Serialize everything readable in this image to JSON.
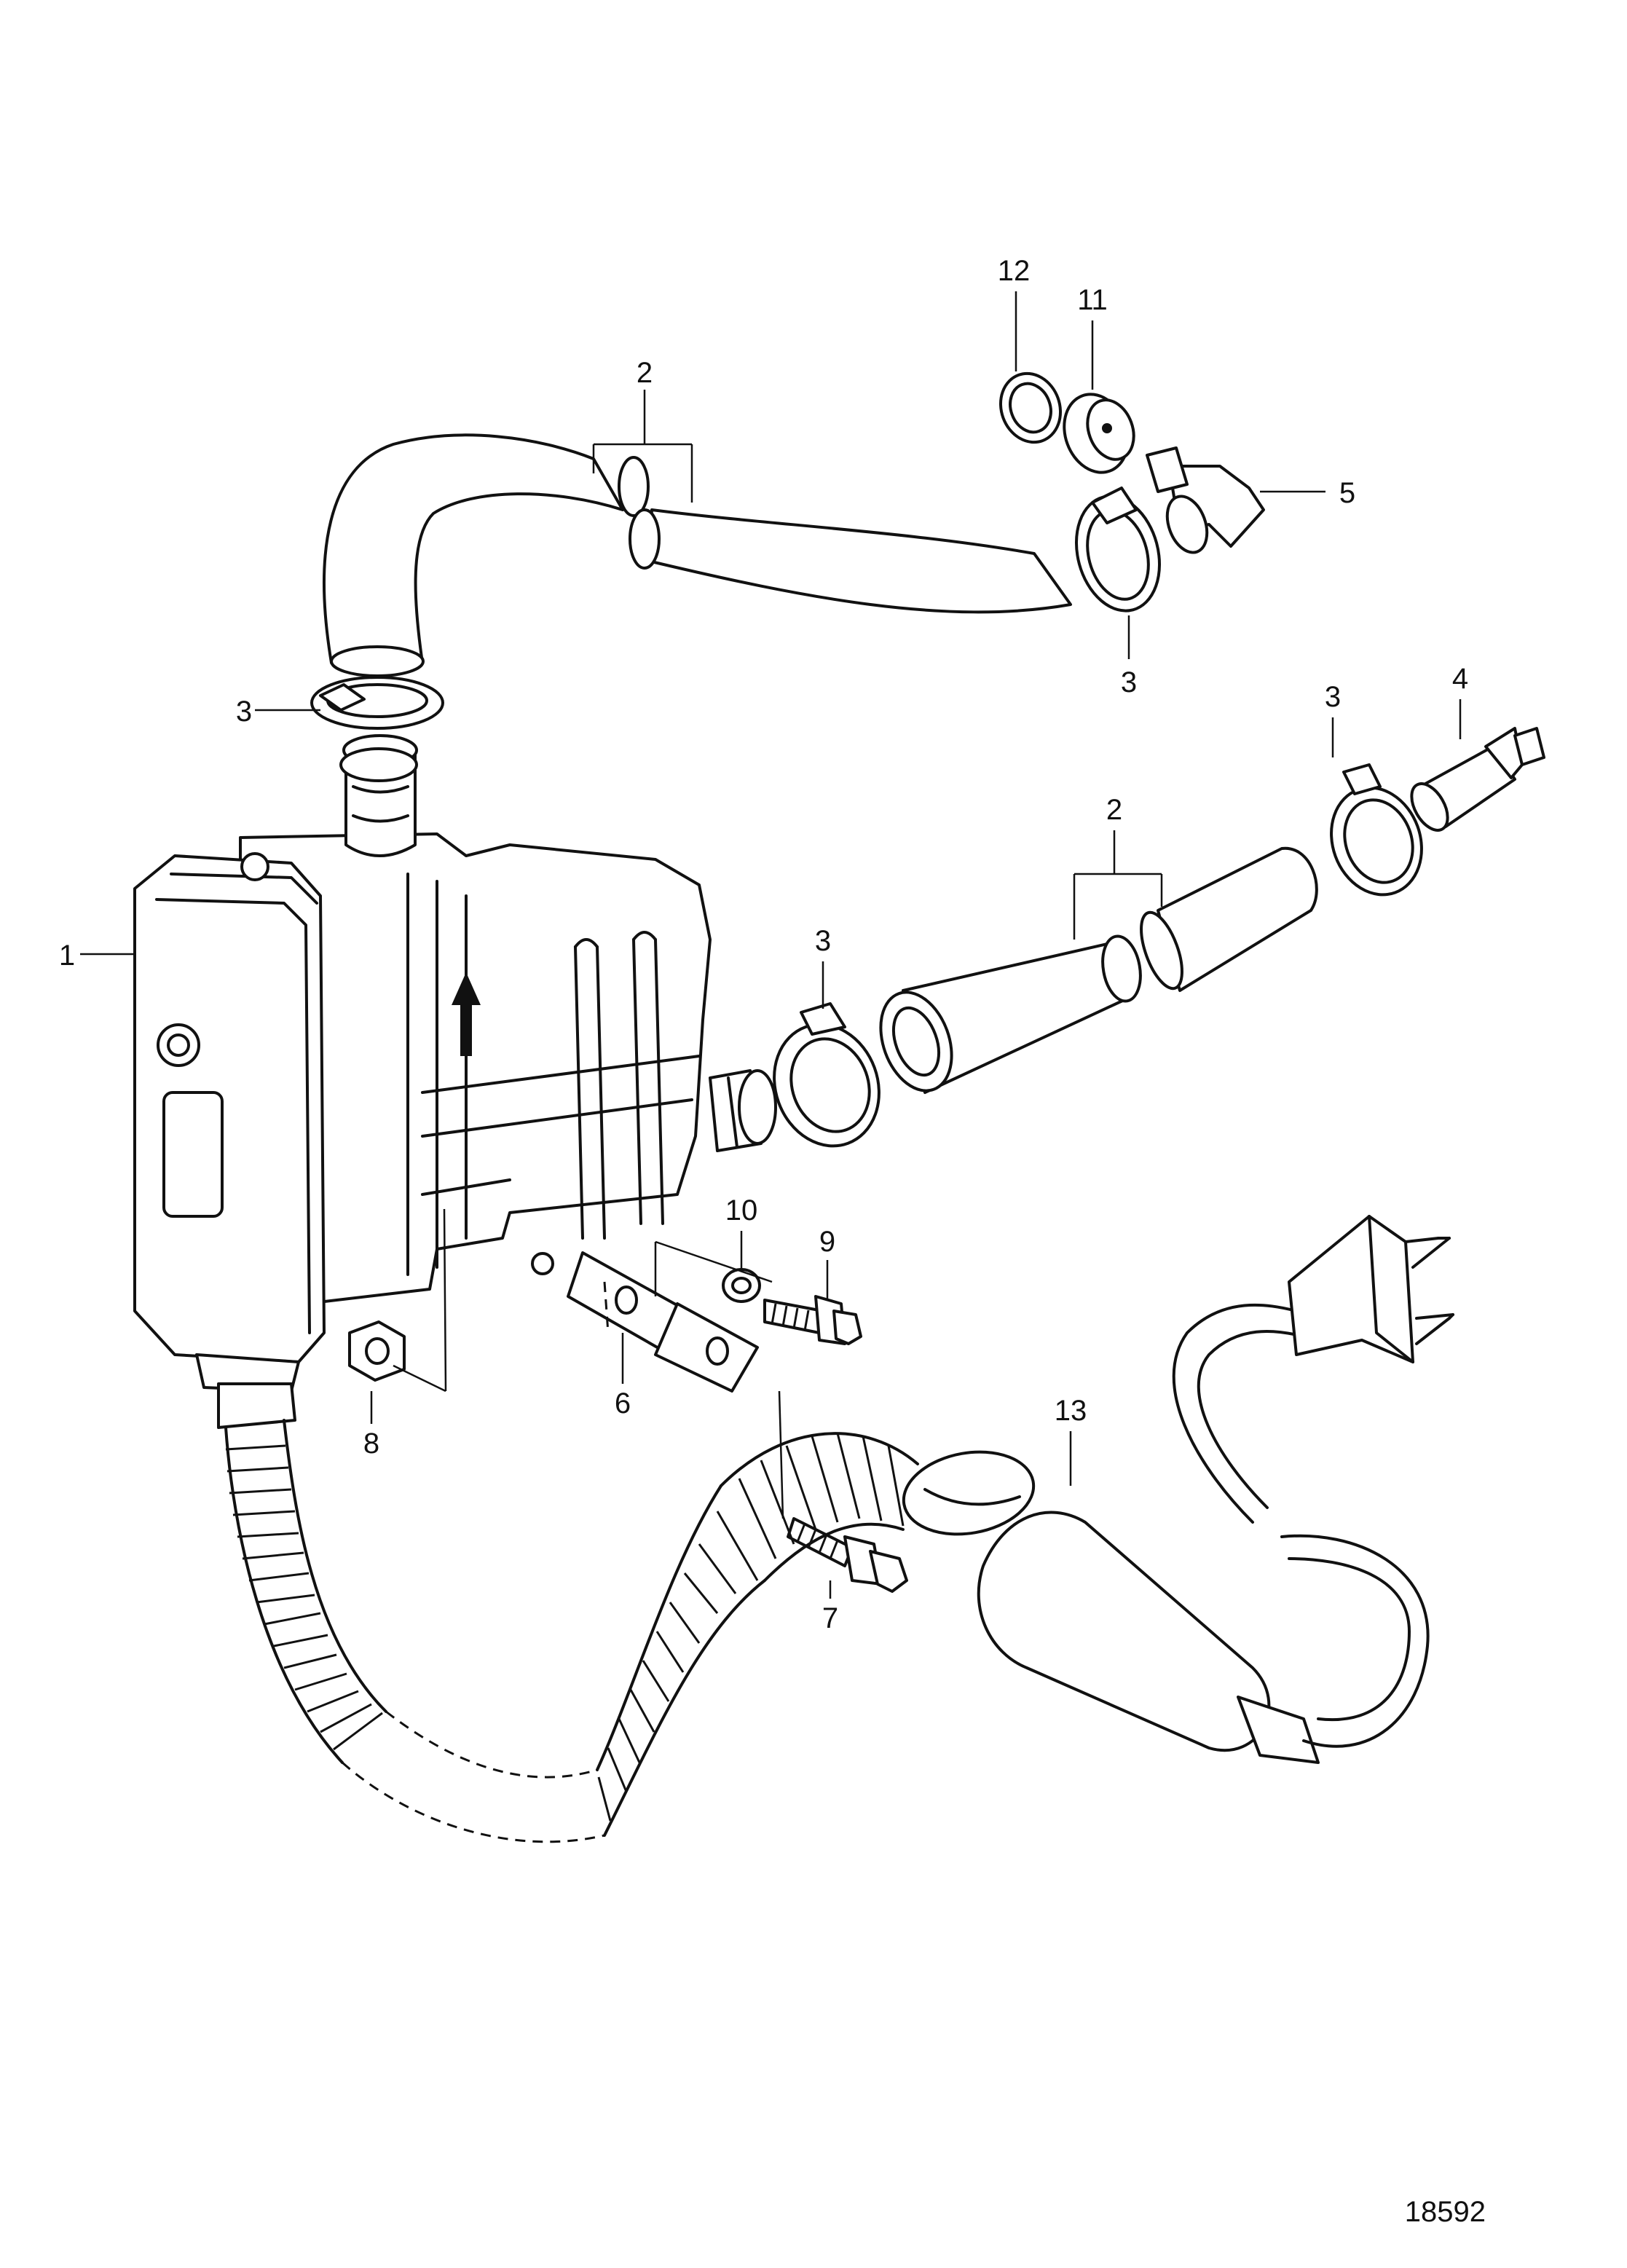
{
  "figure_number": "18592",
  "callouts": {
    "c1": "1",
    "c2a": "2",
    "c2b": "2",
    "c3a": "3",
    "c3b": "3",
    "c3c": "3",
    "c3d": "3",
    "c4": "4",
    "c5": "5",
    "c6": "6",
    "c7": "7",
    "c8": "8",
    "c9": "9",
    "c10": "10",
    "c11": "11",
    "c12": "12",
    "c13": "13"
  },
  "colors": {
    "line": "#111111",
    "background": "#ffffff"
  }
}
